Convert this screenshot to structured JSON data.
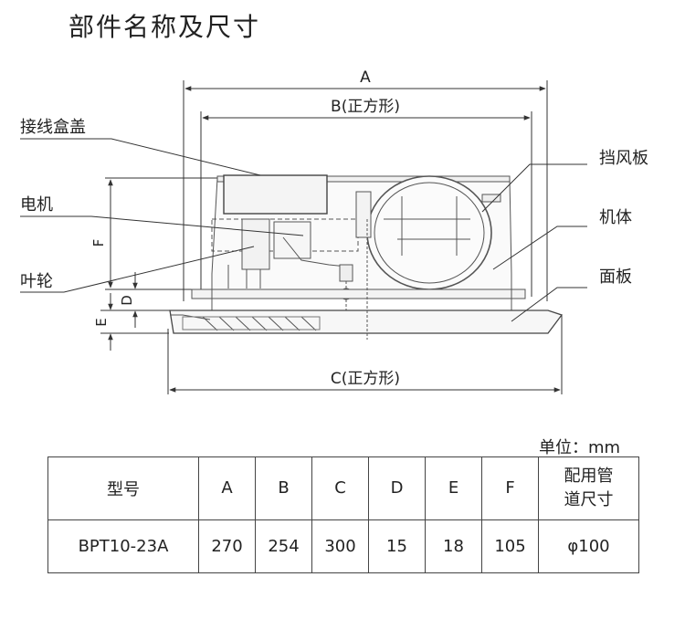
{
  "title": "部件名称及尺寸",
  "labels": {
    "dim_a": "A",
    "dim_b": "B(正方形)",
    "dim_c": "C(正方形)",
    "dim_d": "D",
    "dim_e": "E",
    "dim_f": "F",
    "junction_box_cover": "接线盒盖",
    "motor": "电机",
    "impeller": "叶轮",
    "damper": "挡风板",
    "body": "机体",
    "panel": "面板"
  },
  "unit_note": "单位：mm",
  "table": {
    "headers": [
      "型号",
      "A",
      "B",
      "C",
      "D",
      "E",
      "F"
    ],
    "pipe_header_line1": "配用管",
    "pipe_header_line2": "道尺寸",
    "row": [
      "BPT10-23A",
      "270",
      "254",
      "300",
      "15",
      "18",
      "105",
      "φ100"
    ]
  }
}
